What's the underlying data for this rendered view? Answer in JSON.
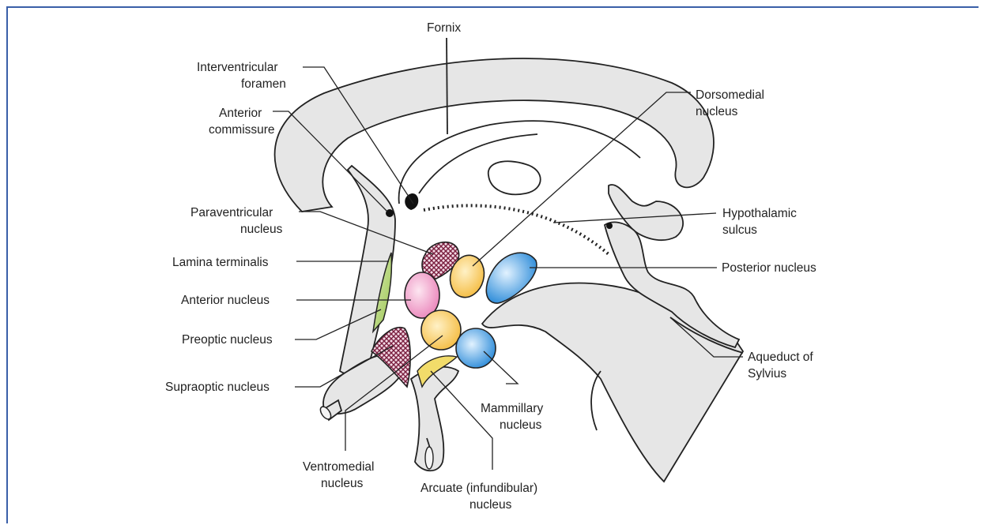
{
  "labels": {
    "fornix": "Fornix",
    "interventricular_1": "Interventricular",
    "interventricular_2": "foramen",
    "anterior_commissure_1": "Anterior",
    "anterior_commissure_2": "commissure",
    "dorsomedial_1": "Dorsomedial",
    "dorsomedial_2": "nucleus",
    "paraventricular_1": "Paraventricular",
    "paraventricular_2": "nucleus",
    "hypothalamic_sulcus_1": "Hypothalamic",
    "hypothalamic_sulcus_2": "sulcus",
    "lamina_terminalis": "Lamina terminalis",
    "posterior_nucleus": "Posterior nucleus",
    "anterior_nucleus": "Anterior nucleus",
    "preoptic_nucleus": "Preoptic nucleus",
    "aqueduct_1": "Aqueduct of",
    "aqueduct_2": "Sylvius",
    "supraoptic_nucleus": "Supraoptic nucleus",
    "mammillary_1": "Mammillary",
    "mammillary_2": "nucleus",
    "ventromedial_1": "Ventromedial",
    "ventromedial_2": "nucleus",
    "arcuate_1": "Arcuate (infundibular)",
    "arcuate_2": "nucleus"
  },
  "colors": {
    "frame": "#3a5fa8",
    "tissue": "#e6e6e6",
    "outline": "#222222",
    "dorsomedial": "#f7c24a",
    "ventromedial": "#f7c24a",
    "anterior": "#ee8fc0",
    "posterior": "#2b8fd8",
    "mammillary": "#2b8fd8",
    "preoptic": "#a9cf62",
    "paraventricular": "#8b2a4a",
    "arcuate": "#f2dc6a"
  }
}
